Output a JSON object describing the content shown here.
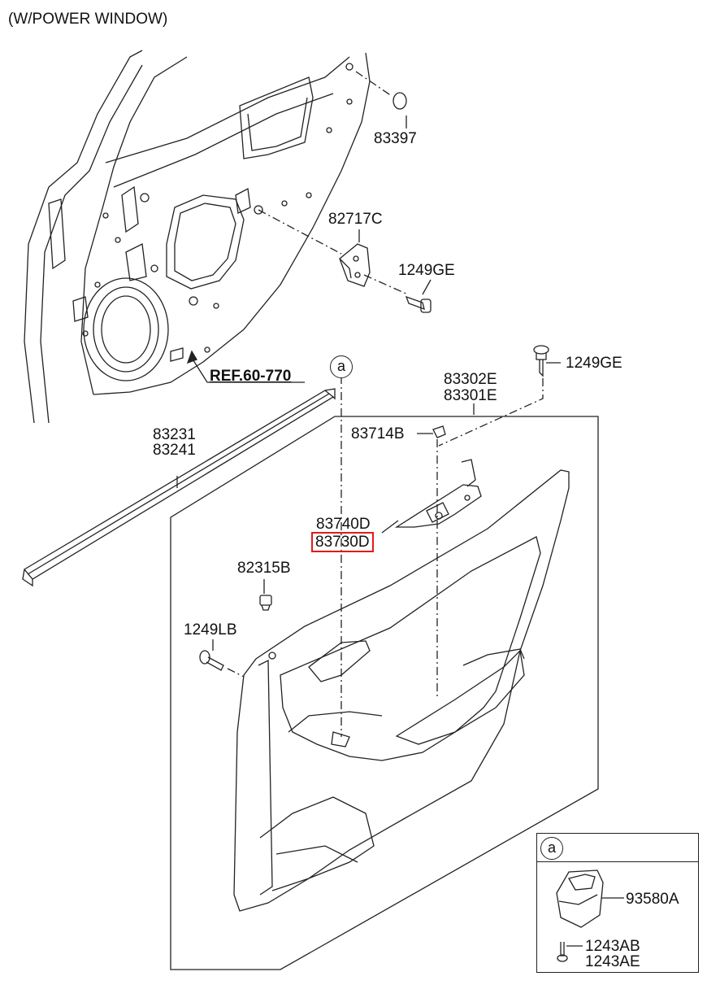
{
  "diagram": {
    "title": "(W/POWER WINDOW)",
    "reference": "REF.60-770",
    "callout_marker": "a",
    "highlight_color": "#e11b1b",
    "parts": [
      {
        "id": "83397",
        "label": "83397"
      },
      {
        "id": "82717C",
        "label": "82717C"
      },
      {
        "id": "1249GE_top",
        "label": "1249GE"
      },
      {
        "id": "1249GE_panel",
        "label": "1249GE"
      },
      {
        "id": "83302E",
        "label": "83302E"
      },
      {
        "id": "83301E",
        "label": "83301E"
      },
      {
        "id": "83714B",
        "label": "83714B"
      },
      {
        "id": "83231",
        "label": "83231"
      },
      {
        "id": "83241",
        "label": "83241"
      },
      {
        "id": "83740D",
        "label": "83740D"
      },
      {
        "id": "83730D",
        "label": "83730D",
        "highlighted": true
      },
      {
        "id": "82315B",
        "label": "82315B"
      },
      {
        "id": "1249LB",
        "label": "1249LB"
      }
    ],
    "inset": {
      "marker": "a",
      "parts": [
        {
          "id": "93580A",
          "label": "93580A"
        },
        {
          "id": "1243AB",
          "label": "1243AB"
        },
        {
          "id": "1243AE",
          "label": "1243AE"
        }
      ]
    }
  }
}
